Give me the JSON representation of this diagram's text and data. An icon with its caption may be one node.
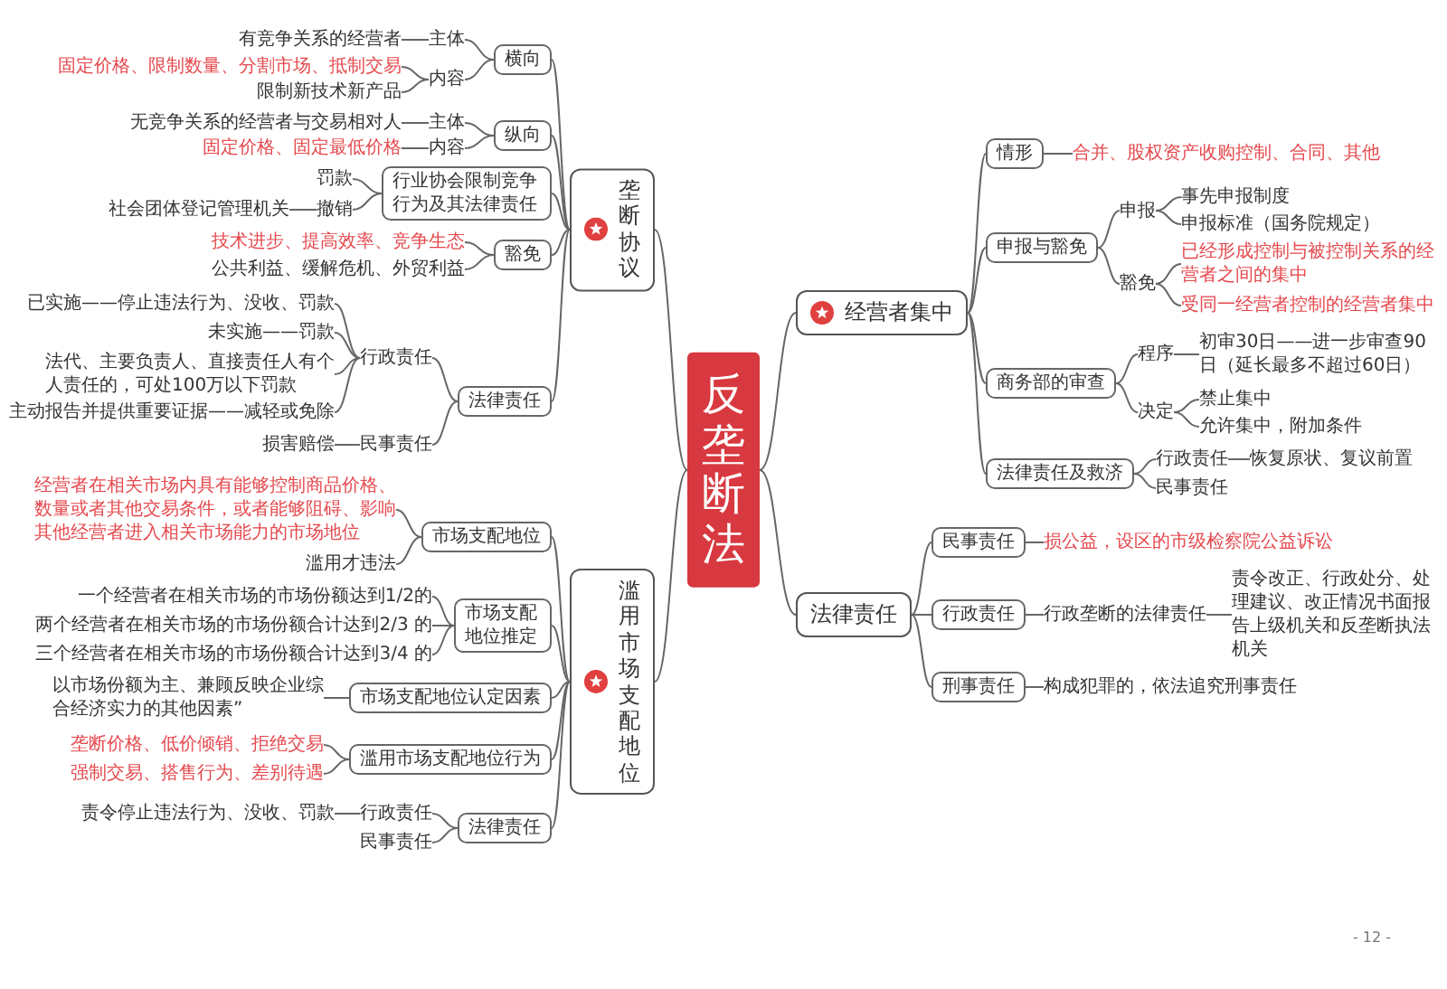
{
  "diagram": {
    "nodes": [
      {
        "text": [
          "反垄断法"
        ]
      },
      {
        "text": [
          "垄断协议"
        ]
      },
      {
        "text": [
          "横向"
        ]
      },
      {
        "text": [
          "主体"
        ]
      },
      {
        "text": [
          "有竞争关系的经营者"
        ]
      },
      {
        "text": [
          "内容"
        ]
      },
      {
        "text": [
          "固定价格、限制数量、分割市场、抵制交易"
        ]
      },
      {
        "text": [
          "限制新技术新产品"
        ]
      },
      {
        "text": [
          "纵向"
        ]
      },
      {
        "text": [
          "主体"
        ]
      },
      {
        "text": [
          "无竞争关系的经营者与交易相对人"
        ]
      },
      {
        "text": [
          "内容"
        ]
      },
      {
        "text": [
          "固定价格、固定最低价格"
        ]
      },
      {
        "text": [
          "行业协会限制竞争行为及其法律责任"
        ]
      },
      {
        "text": [
          "罚款"
        ]
      },
      {
        "text": [
          "撤销"
        ]
      },
      {
        "text": [
          "社会团体登记管理机关"
        ]
      },
      {
        "text": [
          "豁免"
        ]
      },
      {
        "text": [
          "技术进步、提高效率、竞争生态"
        ]
      },
      {
        "text": [
          "公共利益、缓解危机、外贸利益"
        ]
      },
      {
        "text": [
          "法律责任"
        ]
      },
      {
        "text": [
          "行政责任"
        ]
      },
      {
        "text": [
          "已实施——停止违法行为、没收、罚款"
        ]
      },
      {
        "text": [
          "未实施——罚款"
        ]
      },
      {
        "text": [
          "法代、主要负责人、直接责任人有个人责任的，可处100万以下罚款"
        ]
      },
      {
        "text": [
          "主动报告并提供重要证据——减轻或免除"
        ]
      },
      {
        "text": [
          "民事责任"
        ]
      },
      {
        "text": [
          "损害赔偿"
        ]
      },
      {
        "text": [
          "滥用市场支配地位"
        ]
      },
      {
        "text": [
          "市场支配地位"
        ]
      },
      {
        "text": [
          "经营者在相关市场内具有能够控制商品价格、数量或者其他交易条件，或者能够阻碍、影响其他经营者进入相关市场能力的市场地位"
        ]
      },
      {
        "text": [
          "滥用才违法"
        ]
      },
      {
        "text": [
          "市场支配地位推定"
        ]
      },
      {
        "text": [
          "一个经营者在相关市场的市场份额达到1/2的"
        ]
      },
      {
        "text": [
          "两个经营者在相关市场的市场份额合计达到2/3 的"
        ]
      },
      {
        "text": [
          "三个经营者在相关市场的市场份额合计达到3/4 的"
        ]
      },
      {
        "text": [
          "市场支配地位认定因素"
        ]
      },
      {
        "text": [
          "以市场份额为主、兼顾反映企业综合经济实力的其他因素”"
        ]
      },
      {
        "text": [
          "滥用市场支配地位行为"
        ]
      },
      {
        "text": [
          "垄断价格、低价倾销、拒绝交易"
        ]
      },
      {
        "text": [
          "强制交易、搭售行为、差别待遇"
        ]
      },
      {
        "text": [
          "法律责任"
        ]
      },
      {
        "text": [
          "行政责任"
        ]
      },
      {
        "text": [
          "责令停止违法行为、没收、罚款"
        ]
      },
      {
        "text": [
          "民事责任"
        ]
      },
      {
        "text": [
          "经营者集中"
        ]
      },
      {
        "text": [
          "情形"
        ]
      },
      {
        "text": [
          "合并、股权资产收购控制、合同、其他"
        ]
      },
      {
        "text": [
          "申报与豁免"
        ]
      },
      {
        "text": [
          "申报"
        ]
      },
      {
        "text": [
          "事先申报制度"
        ]
      },
      {
        "text": [
          "申报标准（国务院规定）"
        ]
      },
      {
        "text": [
          "豁免"
        ]
      },
      {
        "text": [
          "已经形成控制与被控制关系的经营者之间的集中"
        ]
      },
      {
        "text": [
          "受同一经营者控制的经营者集中"
        ]
      },
      {
        "text": [
          "商务部的审查"
        ]
      },
      {
        "text": [
          "程序"
        ]
      },
      {
        "text": [
          "初审30日——进一步审查90日（延长最多不超过60日）"
        ]
      },
      {
        "text": [
          "决定"
        ]
      },
      {
        "text": [
          "禁止集中"
        ]
      },
      {
        "text": [
          "允许集中，附加条件"
        ]
      },
      {
        "text": [
          "法律责任及救济"
        ]
      },
      {
        "text": [
          "行政责任"
        ]
      },
      {
        "text": [
          "恢复原状、复议前置"
        ]
      },
      {
        "text": [
          "民事责任"
        ]
      },
      {
        "text": [
          "法律责任"
        ]
      },
      {
        "text": [
          "民事责任"
        ]
      },
      {
        "text": [
          "损公益，设区的市级检察院公益诉讼"
        ]
      },
      {
        "text": [
          "行政责任"
        ]
      },
      {
        "text": [
          "行政垄断的法律责任"
        ]
      },
      {
        "text": [
          "责令改正、行政处分、处理建议、改正情况书面报告上级机关和反垄断执法机关"
        ]
      },
      {
        "text": [
          "刑事责任"
        ]
      },
      {
        "text": [
          "构成犯罪的，依法追究刑事责任"
        ]
      }
    ],
    "edges": [
      {
        "from": 0,
        "to": 1,
        "arrow": "none"
      },
      {
        "from": 0,
        "to": 28,
        "arrow": "none"
      },
      {
        "from": 0,
        "to": 45,
        "arrow": "none"
      },
      {
        "from": 0,
        "to": 65,
        "arrow": "none"
      },
      {
        "from": 1,
        "to": 2,
        "arrow": "none"
      },
      {
        "from": 1,
        "to": 8,
        "arrow": "none"
      },
      {
        "from": 1,
        "to": 13,
        "arrow": "none"
      },
      {
        "from": 1,
        "to": 17,
        "arrow": "none"
      },
      {
        "from": 1,
        "to": 20,
        "arrow": "none"
      },
      {
        "from": 2,
        "to": 3,
        "arrow": "none"
      },
      {
        "from": 3,
        "to": 4,
        "arrow": "none"
      },
      {
        "from": 2,
        "to": 5,
        "arrow": "none"
      },
      {
        "from": 5,
        "to": 6,
        "arrow": "none"
      },
      {
        "from": 5,
        "to": 7,
        "arrow": "none"
      },
      {
        "from": 8,
        "to": 9,
        "arrow": "none"
      },
      {
        "from": 9,
        "to": 10,
        "arrow": "none"
      },
      {
        "from": 8,
        "to": 11,
        "arrow": "none"
      },
      {
        "from": 11,
        "to": 12,
        "arrow": "none"
      },
      {
        "from": 13,
        "to": 14,
        "arrow": "none"
      },
      {
        "from": 13,
        "to": 15,
        "arrow": "none"
      },
      {
        "from": 15,
        "to": 16,
        "arrow": "none"
      },
      {
        "from": 17,
        "to": 18,
        "arrow": "none"
      },
      {
        "from": 17,
        "to": 19,
        "arrow": "none"
      },
      {
        "from": 20,
        "to": 21,
        "arrow": "none"
      },
      {
        "from": 21,
        "to": 22,
        "arrow": "none"
      },
      {
        "from": 21,
        "to": 23,
        "arrow": "none"
      },
      {
        "from": 21,
        "to": 24,
        "arrow": "none"
      },
      {
        "from": 21,
        "to": 25,
        "arrow": "none"
      },
      {
        "from": 20,
        "to": 26,
        "arrow": "none"
      },
      {
        "from": 26,
        "to": 27,
        "arrow": "none"
      },
      {
        "from": 28,
        "to": 29,
        "arrow": "none"
      },
      {
        "from": 29,
        "to": 30,
        "arrow": "none"
      },
      {
        "from": 29,
        "to": 31,
        "arrow": "none"
      },
      {
        "from": 28,
        "to": 32,
        "arrow": "none"
      },
      {
        "from": 32,
        "to": 33,
        "arrow": "none"
      },
      {
        "from": 32,
        "to": 34,
        "arrow": "none"
      },
      {
        "from": 32,
        "to": 35,
        "arrow": "none"
      },
      {
        "from": 28,
        "to": 36,
        "arrow": "none"
      },
      {
        "from": 36,
        "to": 37,
        "arrow": "none"
      },
      {
        "from": 28,
        "to": 38,
        "arrow": "none"
      },
      {
        "from": 38,
        "to": 39,
        "arrow": "none"
      },
      {
        "from": 38,
        "to": 40,
        "arrow": "none"
      },
      {
        "from": 28,
        "to": 41,
        "arrow": "none"
      },
      {
        "from": 41,
        "to": 42,
        "arrow": "none"
      },
      {
        "from": 42,
        "to": 43,
        "arrow": "none"
      },
      {
        "from": 41,
        "to": 44,
        "arrow": "none"
      },
      {
        "from": 45,
        "to": 46,
        "arrow": "none"
      },
      {
        "from": 46,
        "to": 47,
        "arrow": "none"
      },
      {
        "from": 45,
        "to": 48,
        "arrow": "none"
      },
      {
        "from": 48,
        "to": 49,
        "arrow": "none"
      },
      {
        "from": 49,
        "to": 50,
        "arrow": "none"
      },
      {
        "from": 49,
        "to": 51,
        "arrow": "none"
      },
      {
        "from": 48,
        "to": 52,
        "arrow": "none"
      },
      {
        "from": 52,
        "to": 53,
        "arrow": "none"
      },
      {
        "from": 52,
        "to": 54,
        "arrow": "none"
      },
      {
        "from": 45,
        "to": 55,
        "arrow": "none"
      },
      {
        "from": 55,
        "to": 56,
        "arrow": "none"
      },
      {
        "from": 56,
        "to": 57,
        "arrow": "none"
      },
      {
        "from": 55,
        "to": 58,
        "arrow": "none"
      },
      {
        "from": 58,
        "to": 59,
        "arrow": "none"
      },
      {
        "from": 58,
        "to": 60,
        "arrow": "none"
      },
      {
        "from": 45,
        "to": 61,
        "arrow": "none"
      },
      {
        "from": 61,
        "to": 62,
        "arrow": "none"
      },
      {
        "from": 62,
        "to": 63,
        "arrow": "none"
      },
      {
        "from": 61,
        "to": 64,
        "arrow": "none"
      },
      {
        "from": 65,
        "to": 66,
        "arrow": "none"
      },
      {
        "from": 66,
        "to": 67,
        "arrow": "none"
      },
      {
        "from": 65,
        "to": 68,
        "arrow": "none"
      },
      {
        "from": 68,
        "to": 69,
        "arrow": "none"
      },
      {
        "from": 69,
        "to": 70,
        "arrow": "none"
      },
      {
        "from": 65,
        "to": 71,
        "arrow": "none"
      },
      {
        "from": 71,
        "to": 72,
        "arrow": "none"
      }
    ],
    "labels": [
      "- 12 -"
    ]
  }
}
